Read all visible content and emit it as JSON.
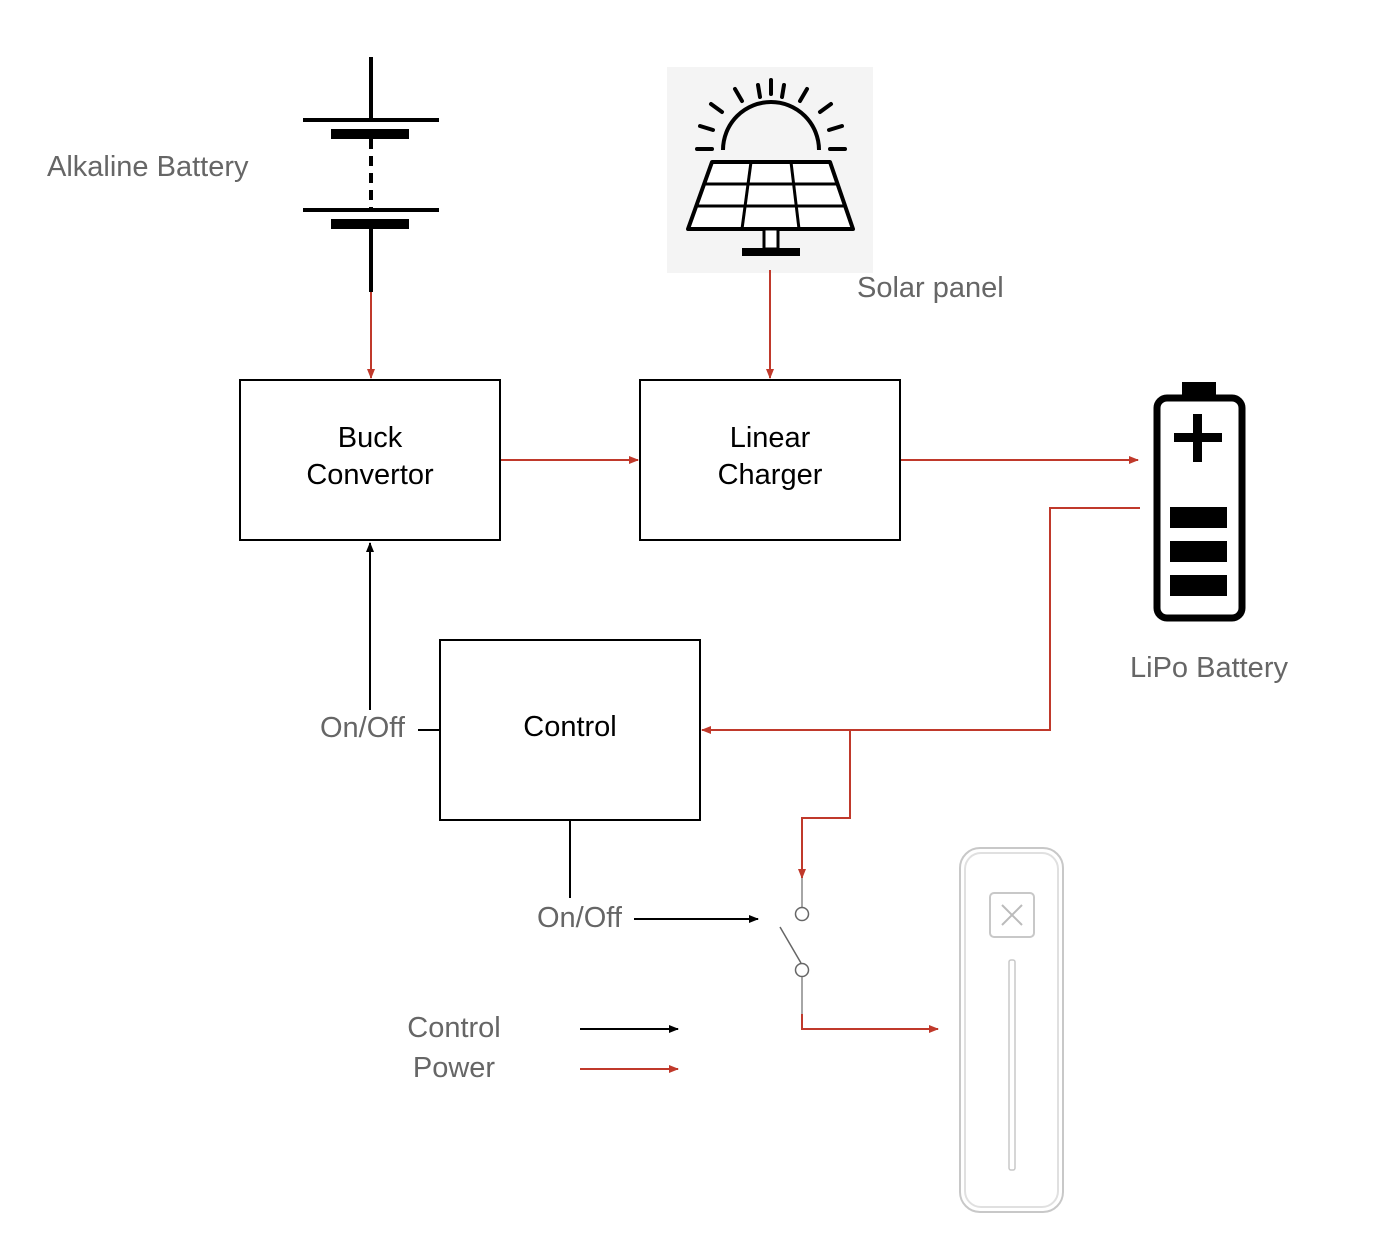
{
  "labels": {
    "alkaline_battery": "Alkaline Battery",
    "solar_panel": "Solar panel",
    "lipo_battery": "LiPo Battery",
    "on_off_buck": "On/Off",
    "on_off_switch": "On/Off"
  },
  "blocks": {
    "buck": {
      "line1": "Buck",
      "line2": "Convertor"
    },
    "charger": {
      "line1": "Linear",
      "line2": "Charger"
    },
    "control": {
      "line1": "Control"
    }
  },
  "legend": {
    "control": "Control",
    "power": "Power"
  },
  "colors": {
    "power": "#c0392b",
    "control": "#000000",
    "label_text": "#666666",
    "device_outline": "#c8c8c8"
  },
  "icons": {
    "alkaline_battery": "battery-cell-symbol-icon",
    "solar_panel": "solar-panel-icon",
    "lipo_battery": "battery-charge-icon",
    "switch": "switch-symbol-icon",
    "device": "device-icon"
  }
}
